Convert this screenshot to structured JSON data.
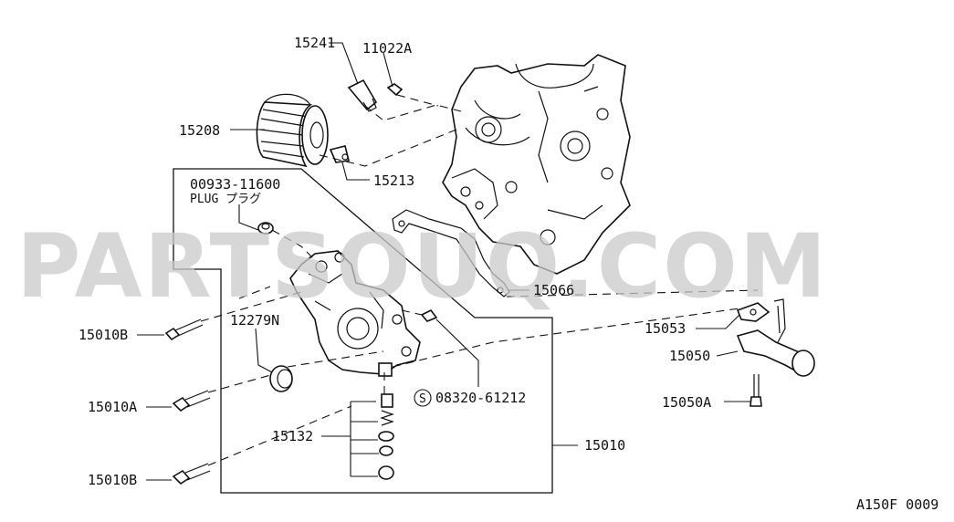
{
  "labels": {
    "p15241": "15241",
    "p11022a": "11022A",
    "p15208": "15208",
    "p15213": "15213",
    "p00933": "00933-11600",
    "plug": "PLUG プラグ",
    "p15066": "15066",
    "p15053": "15053",
    "p15050": "15050",
    "p15050a": "15050A",
    "p12279n": "12279N",
    "p15010b_top": "15010B",
    "p15010a": "15010A",
    "p15010b_bottom": "15010B",
    "p08320": "08320-61212",
    "screw_symbol": "S",
    "p15132": "15132",
    "p15010": "15010",
    "diagram_code": "A150F 0009"
  },
  "watermark": "PARTSOUQ.COM",
  "colors": {
    "line": "#111111",
    "watermark": "#c9c9c9",
    "background": "#ffffff"
  }
}
